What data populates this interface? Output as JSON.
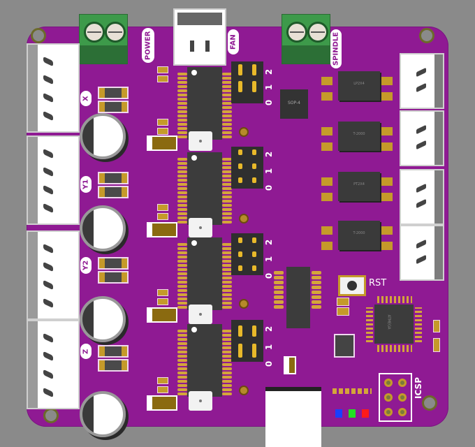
{
  "board": {
    "description": "3D render of a purple CNC stepper controller PCB",
    "colors": {
      "soldermask": "#8f1a93",
      "background": "#8a8a8a",
      "terminal_green": "#3d9a4a",
      "pad_gold": "#c59a2a"
    }
  },
  "connectors": {
    "power": {
      "label": "POWER"
    },
    "fan": {
      "label": "FAN"
    },
    "spindle": {
      "label": "SPINDLE"
    },
    "icsp": {
      "label": "ICSP"
    }
  },
  "axes": [
    {
      "label": "X"
    },
    {
      "label": "Y1"
    },
    {
      "label": "Y2"
    },
    {
      "label": "Z"
    }
  ],
  "jumpers": {
    "numbers": [
      "2",
      "1",
      "0"
    ]
  },
  "chips": {
    "sop4": "SOP-4",
    "mcu": "ATMEGA",
    "relay_marks": [
      "LP2X4",
      "T-2000",
      "PT2X4",
      "T-2000"
    ]
  },
  "button": {
    "label": "RST"
  },
  "leds": [
    {
      "color": "#1a3fff",
      "name": "blue"
    },
    {
      "color": "#22e022",
      "name": "green"
    },
    {
      "color": "#ff1a1a",
      "name": "red"
    }
  ]
}
